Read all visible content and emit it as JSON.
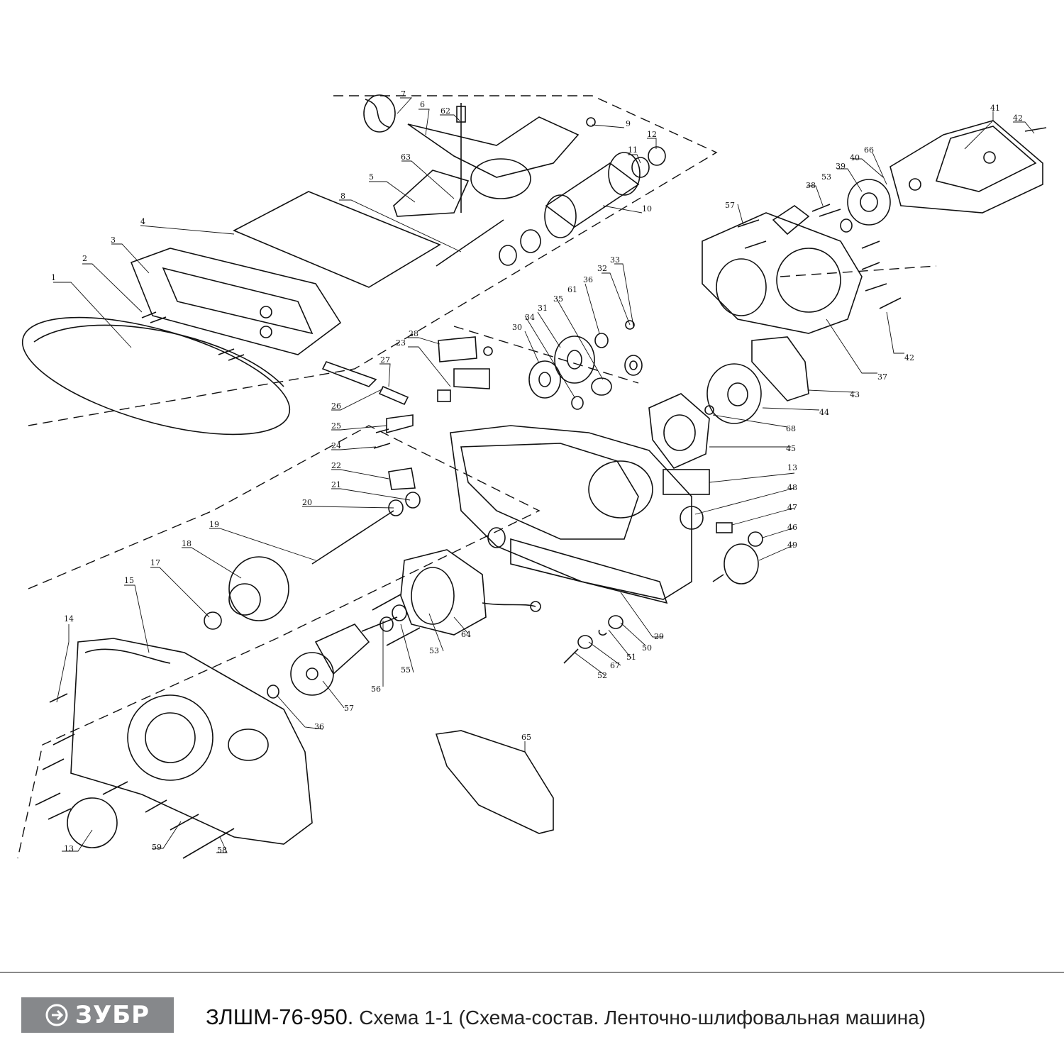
{
  "brand": {
    "logo_text": "ЗУБР"
  },
  "caption": {
    "model": "ЗЛШМ-76-950.",
    "text": "Схема 1-1 (Схема-состав. Ленточно-шлифовальная машина)"
  },
  "part_labels": [
    "1",
    "2",
    "3",
    "4",
    "5",
    "6",
    "7",
    "62",
    "63",
    "8",
    "9",
    "10",
    "11",
    "12",
    "13",
    "14",
    "15",
    "17",
    "18",
    "19",
    "20",
    "21",
    "22",
    "23",
    "24",
    "25",
    "26",
    "27",
    "28",
    "29",
    "30",
    "31",
    "32",
    "33",
    "34",
    "35",
    "36",
    "37",
    "38",
    "39",
    "40",
    "41",
    "42",
    "43",
    "44",
    "45",
    "46",
    "47",
    "48",
    "49",
    "50",
    "51",
    "52",
    "53",
    "55",
    "56",
    "57",
    "58",
    "59",
    "61",
    "64",
    "65",
    "66",
    "67",
    "68"
  ],
  "colors": {
    "ink": "#111111",
    "logo_bg": "#86888b",
    "logo_fg": "#ffffff"
  }
}
